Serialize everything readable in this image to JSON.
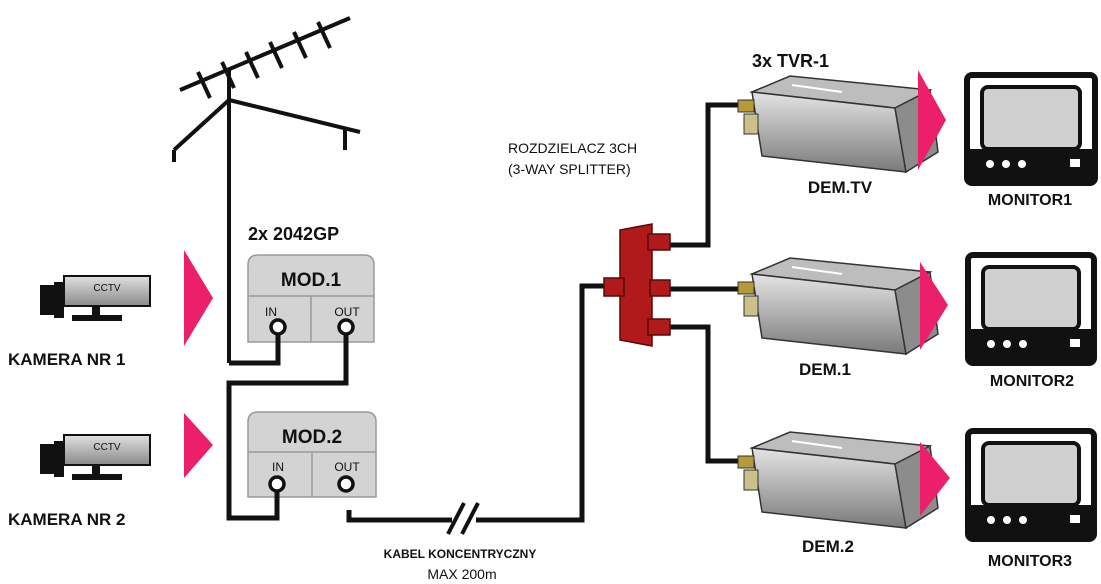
{
  "cameras": [
    {
      "label": "KAMERA  NR 1",
      "tag": "CCTV"
    },
    {
      "label": "KAMERA  NR 2",
      "tag": "CCTV"
    }
  ],
  "modulators": {
    "group_label": "2x 2042GP",
    "units": [
      {
        "name": "MOD.1",
        "in_label": "IN",
        "out_label": "OUT"
      },
      {
        "name": "MOD.2",
        "in_label": "IN",
        "out_label": "OUT"
      }
    ]
  },
  "splitter": {
    "line1": "ROZDZIELACZ 3CH",
    "line2": "(3-WAY SPLITTER)"
  },
  "cable": {
    "line1": "KABEL KONCENTRYCZNY",
    "line2": "MAX 200m"
  },
  "demodulators": {
    "group_label": "3x TVR-1",
    "units": [
      {
        "label": "DEM.TV"
      },
      {
        "label": "DEM.1"
      },
      {
        "label": "DEM.2"
      }
    ]
  },
  "monitors": [
    {
      "label": "MONITOR1"
    },
    {
      "label": "MONITOR2"
    },
    {
      "label": "MONITOR3"
    }
  ],
  "colors": {
    "arrow": "#ec1f6a",
    "splitter": "#b01a1a",
    "box_fill": "#d3d3d3",
    "line": "#111111"
  }
}
